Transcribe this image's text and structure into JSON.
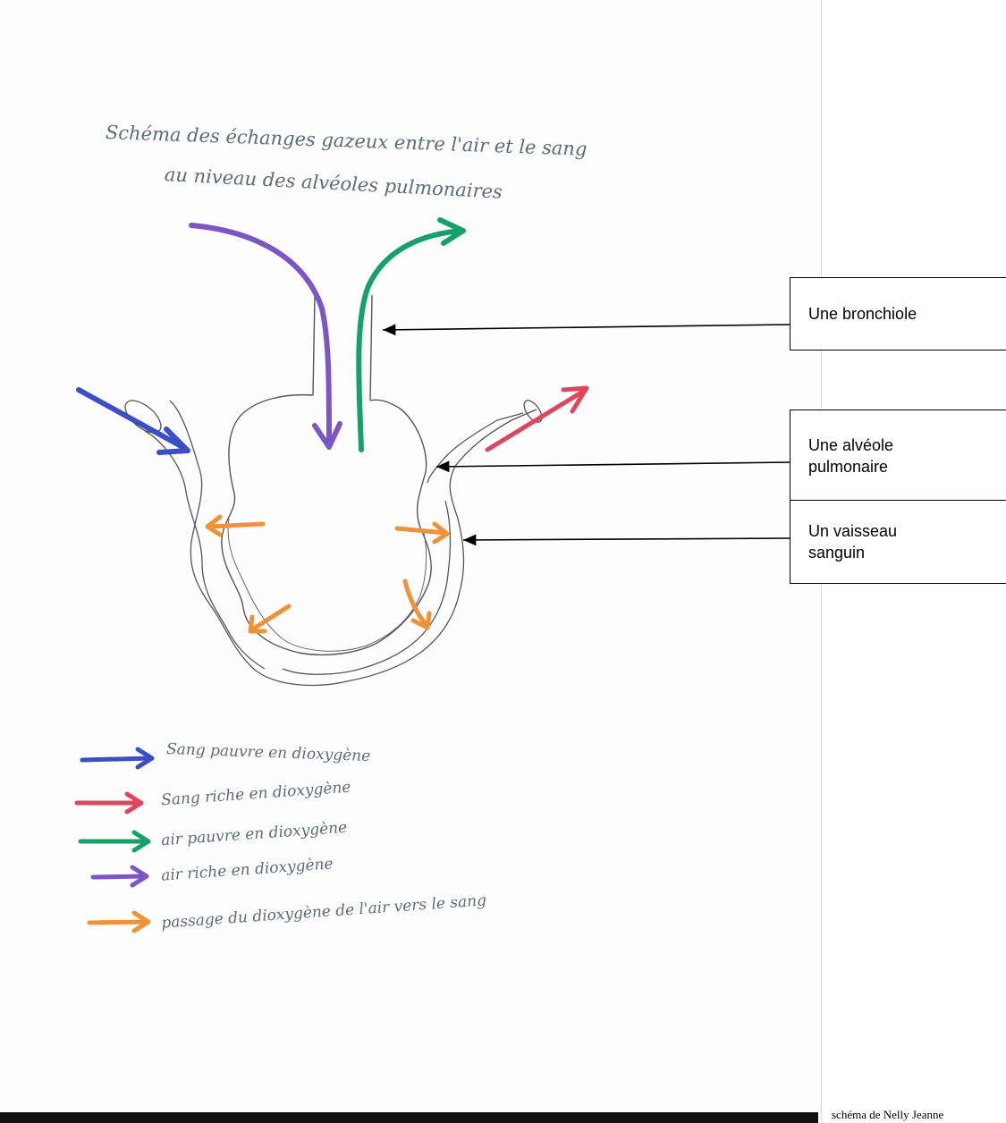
{
  "title": {
    "line1": "Schéma des échanges gazeux entre l'air et le sang",
    "line2": "au niveau des alvéoles pulmonaires"
  },
  "labels": {
    "bronchiole": "Une bronchiole",
    "alveole": "Une alvéole pulmonaire",
    "vaisseau": "Un vaisseau sanguin"
  },
  "legend": [
    {
      "text": "Sang pauvre en dioxygène",
      "color": "#3b4fc4"
    },
    {
      "text": "Sang riche en dioxygène",
      "color": "#e0455e"
    },
    {
      "text": "air pauvre en dioxygène",
      "color": "#16a16a"
    },
    {
      "text": "air riche en dioxygène",
      "color": "#7d56c6"
    },
    {
      "text": "passage du dioxygène de l'air vers le sang",
      "color": "#f0923a"
    }
  ],
  "credit": "schéma de Nelly Jeanne"
}
